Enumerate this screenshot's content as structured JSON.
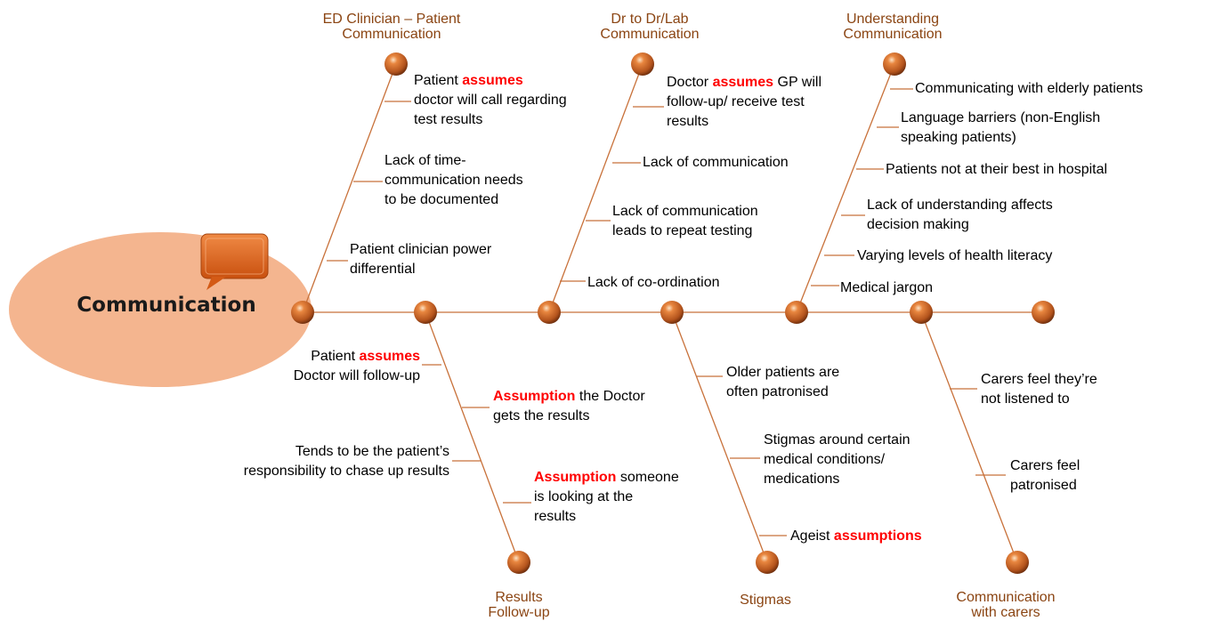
{
  "diagram": {
    "title": "Communication",
    "top_headers": {
      "ed": [
        "ED Clinician – Patient",
        "Communication"
      ],
      "dr": [
        "Dr to Dr/Lab",
        "Communication"
      ],
      "understanding": [
        "Understanding",
        "Communication"
      ]
    },
    "bottom_headers": {
      "results": [
        "Results",
        "Follow-up"
      ],
      "stigmas": [
        "Stigmas"
      ],
      "carers": [
        "Communication",
        "with carers"
      ]
    },
    "ed": {
      "l1a": "Patient ",
      "l1b": "assumes",
      "l1c": "doctor will call regarding",
      "l1d": "test results",
      "l2a": "Lack of time-",
      "l2b": "communication needs",
      "l2c": "to be documented",
      "l3a": "Patient clinician power",
      "l3b": "differential"
    },
    "dr": {
      "l1a": "Doctor ",
      "l1b": "assumes",
      "l1c": " GP will",
      "l1d": "follow-up/ receive test",
      "l1e": "results",
      "l2": "Lack of communication",
      "l3a": "Lack of communication",
      "l3b": "leads to repeat testing",
      "l4": "Lack of co-ordination"
    },
    "understanding": {
      "l1": "Communicating with elderly patients",
      "l2a": "Language barriers (non-English",
      "l2b": "speaking patients)",
      "l3": "Patients not at their best in hospital",
      "l4a": "Lack of understanding affects",
      "l4b": "decision making",
      "l5": "Varying levels of health literacy",
      "l6": "Medical jargon"
    },
    "results": {
      "l1a": "Patient ",
      "l1b": "assumes",
      "l1c": "Doctor will follow-up",
      "l2a": "Assumption",
      "l2b": " the Doctor",
      "l2c": "gets the results",
      "l3a": "Tends to be  the patient’s",
      "l3b": "responsibility  to chase up results",
      "l4a": "Assumption",
      "l4b": " someone",
      "l4c": "is looking at the",
      "l4d": "results"
    },
    "stigmas": {
      "l1a": "Older patients are",
      "l1b": "often patronised",
      "l2a": "Stigmas around certain",
      "l2b": "medical conditions/",
      "l2c": "medications",
      "l3a": "Ageist ",
      "l3b": "assumptions"
    },
    "carers": {
      "l1a": "Carers  feel they’re",
      "l1b": "not listened to",
      "l2a": "Carers feel",
      "l2b": "patronised"
    }
  },
  "colors": {
    "line": "#c8713a",
    "ellipse": "#f4b58f",
    "header": "#8B4513",
    "emphasis": "#ff0000",
    "bubble": "#e0631e"
  },
  "icons": [
    "speech-bubble-icon"
  ]
}
